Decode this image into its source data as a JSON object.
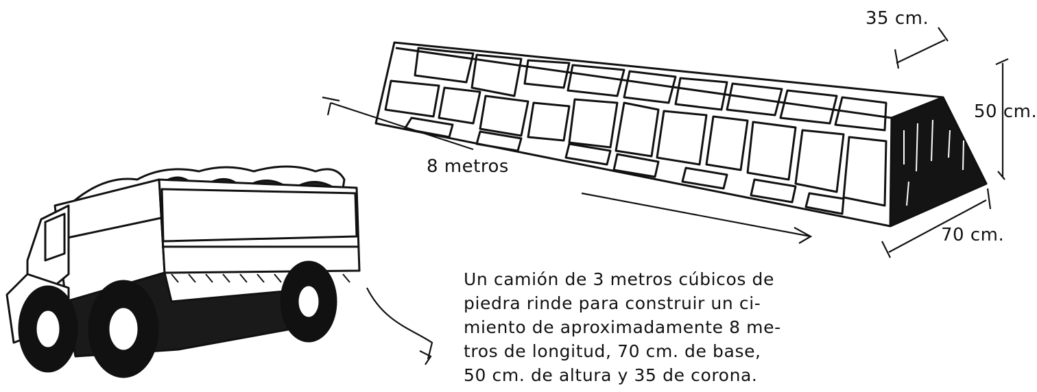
{
  "labels": {
    "length": "8 metros",
    "crown": "35 cm.",
    "height": "50 cm.",
    "base": "70 cm."
  },
  "caption": {
    "lines": [
      "Un camión de 3 metros cúbicos de",
      "piedra rinde para construir un ci-",
      "miento de aproximadamente 8 me-",
      "tros de longitud, 70 cm. de base,",
      "50 cm. de altura y 35 de corona."
    ]
  },
  "colors": {
    "ink": "#111111",
    "paper": "#ffffff"
  }
}
